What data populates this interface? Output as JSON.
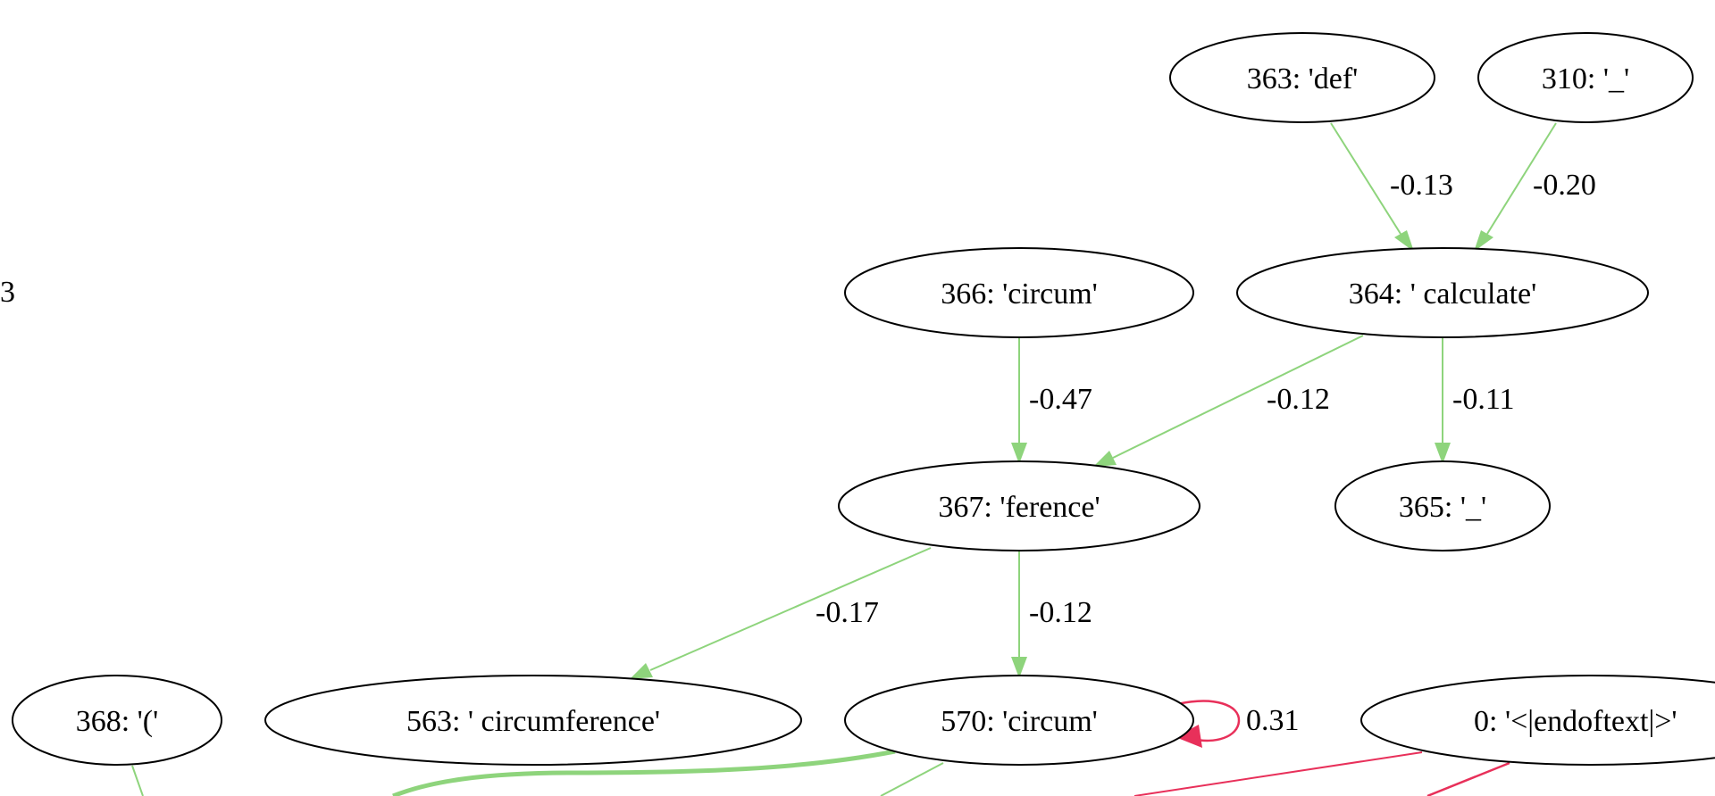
{
  "stray_label": "3",
  "colors": {
    "positive": "#8ed47c",
    "negative": "#e8305a",
    "node_stroke": "#000000"
  },
  "nodes": [
    {
      "id": "n363",
      "label": "363: 'def'"
    },
    {
      "id": "n310",
      "label": "310: '_'"
    },
    {
      "id": "n366",
      "label": "366: 'circum'"
    },
    {
      "id": "n364",
      "label": "364: ' calculate'"
    },
    {
      "id": "n367",
      "label": "367: 'ference'"
    },
    {
      "id": "n365",
      "label": "365: '_'"
    },
    {
      "id": "n368",
      "label": "368: '('"
    },
    {
      "id": "n563",
      "label": "563: ' circumference'"
    },
    {
      "id": "n570",
      "label": "570: 'circum'"
    },
    {
      "id": "n0",
      "label": "0: '<|endoftext|>'"
    }
  ],
  "edges": [
    {
      "from": "n363",
      "to": "n364",
      "label": "-0.13",
      "sign": "positive"
    },
    {
      "from": "n310",
      "to": "n364",
      "label": "-0.20",
      "sign": "positive"
    },
    {
      "from": "n366",
      "to": "n367",
      "label": "-0.47",
      "sign": "positive"
    },
    {
      "from": "n364",
      "to": "n367",
      "label": "-0.12",
      "sign": "positive"
    },
    {
      "from": "n364",
      "to": "n365",
      "label": "-0.11",
      "sign": "positive"
    },
    {
      "from": "n367",
      "to": "n563",
      "label": "-0.17",
      "sign": "positive"
    },
    {
      "from": "n367",
      "to": "n570",
      "label": "-0.12",
      "sign": "positive"
    },
    {
      "from": "n570",
      "to": "n570",
      "label": "0.31",
      "sign": "negative"
    }
  ]
}
